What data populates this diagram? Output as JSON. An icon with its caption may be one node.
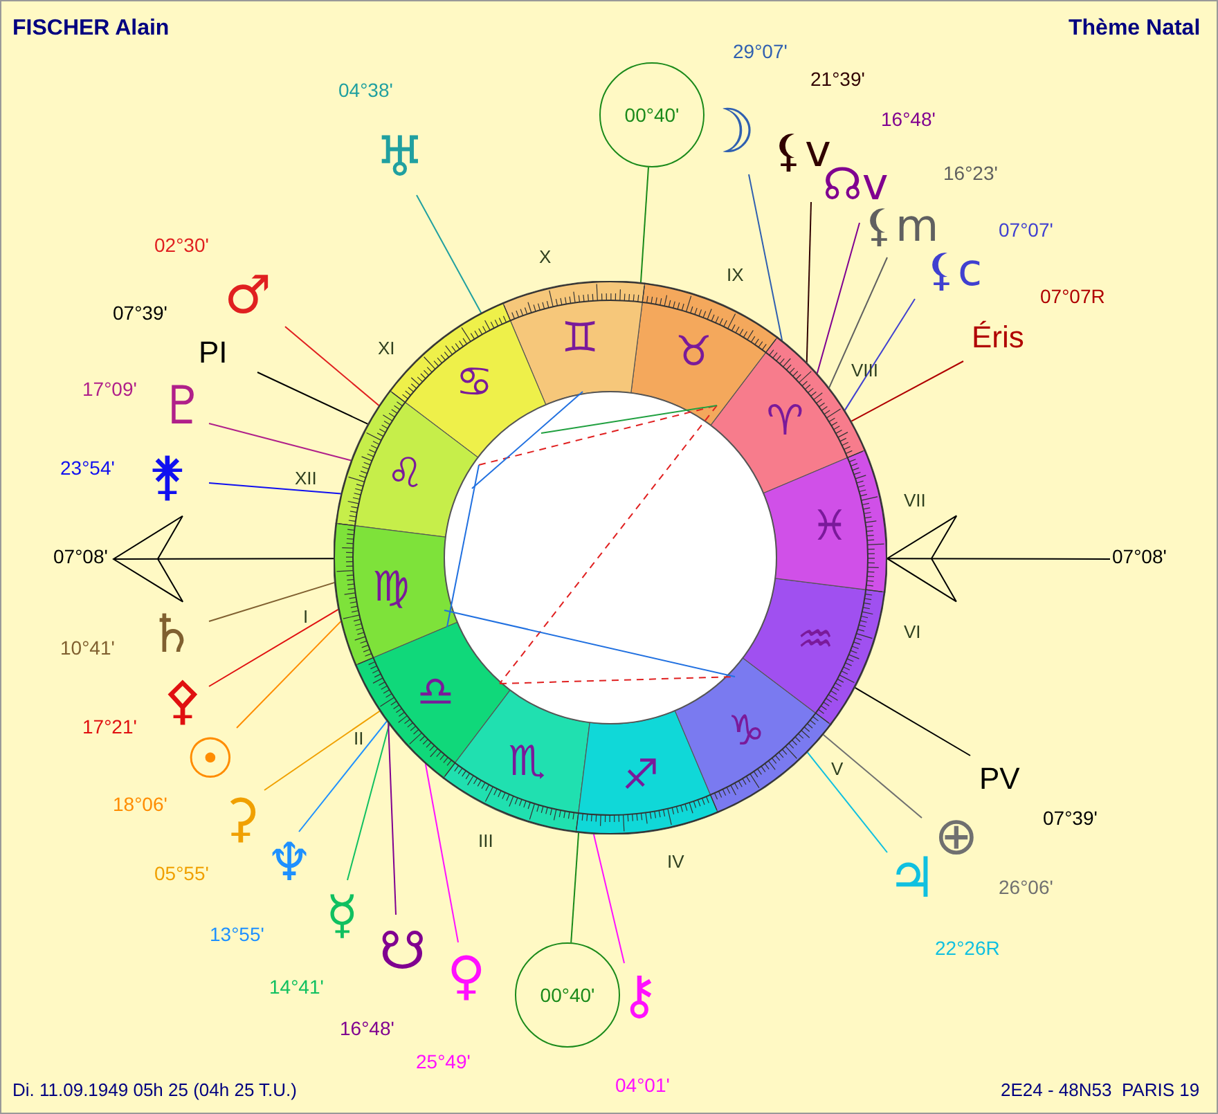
{
  "diagram": {
    "title": "Thème Natal",
    "nodes": [
      {
        "text": [],
        "shape": "circle"
      },
      {
        "text": [
          "00°40'"
        ]
      },
      {
        "text": [
          "00°40'"
        ]
      },
      {
        "text": [
          "29°07'",
          "☽"
        ]
      },
      {
        "text": [
          "04°38'",
          "♅"
        ]
      },
      {
        "text": [
          "21°39'",
          "⚸v"
        ]
      },
      {
        "text": [
          "16°48'",
          "☊v"
        ]
      },
      {
        "text": [
          "16°23'",
          "⚸m"
        ]
      },
      {
        "text": [
          "07°07'",
          "⚸c"
        ]
      },
      {
        "text": [
          "02°30'",
          "♂"
        ]
      },
      {
        "text": [
          "07°07R",
          "Éris"
        ]
      },
      {
        "text": [
          "07°39'",
          "PI"
        ]
      },
      {
        "text": [
          "17°09'",
          "♇"
        ]
      },
      {
        "text": [
          "23°54'",
          "⚵"
        ]
      },
      {
        "text": [
          "10°41'",
          "♄"
        ]
      },
      {
        "text": [
          "⚴",
          "17°21'"
        ]
      },
      {
        "text": [
          "☉",
          "18°06'"
        ]
      },
      {
        "text": [
          "PV",
          "07°39'"
        ]
      },
      {
        "text": [
          "⚳",
          "05°55'"
        ]
      },
      {
        "text": [
          "⊕",
          "26°06'"
        ]
      },
      {
        "text": [
          "♆",
          "13°55'"
        ]
      },
      {
        "text": [
          "♃",
          "22°26R"
        ]
      },
      {
        "text": [
          "☿",
          "14°41'"
        ]
      },
      {
        "text": [
          "☋",
          "16°48'"
        ]
      },
      {
        "text": [
          "♀",
          "25°49'"
        ]
      },
      {
        "text": [
          "⚷",
          "04°01'"
        ]
      },
      {
        "text": [
          "07°08'"
        ]
      },
      {
        "text": [
          "07°08'"
        ]
      }
    ],
    "edges": [
      {
        "from": 1,
        "to": 0,
        "arrow": "none",
        "color": "#1a8a1a"
      },
      {
        "from": 2,
        "to": 0,
        "arrow": "none",
        "color": "#1a8a1a"
      },
      {
        "from": 3,
        "to": 0,
        "arrow": "none",
        "color": "#3060b0"
      },
      {
        "from": 4,
        "to": 0,
        "arrow": "none",
        "color": "#20a0a0"
      },
      {
        "from": 5,
        "to": 0,
        "arrow": "none",
        "color": "#300000"
      },
      {
        "from": 6,
        "to": 0,
        "arrow": "none",
        "color": "#800090"
      },
      {
        "from": 7,
        "to": 0,
        "arrow": "none",
        "color": "#606060"
      },
      {
        "from": 8,
        "to": 0,
        "arrow": "none",
        "color": "#4040d0"
      },
      {
        "from": 9,
        "to": 0,
        "arrow": "none",
        "color": "#e02020"
      },
      {
        "from": 10,
        "to": 0,
        "arrow": "none",
        "color": "#b00000"
      },
      {
        "from": 11,
        "to": 0,
        "arrow": "none",
        "color": "#000000"
      },
      {
        "from": 12,
        "to": 0,
        "arrow": "none",
        "color": "#b0208a"
      },
      {
        "from": 13,
        "to": 0,
        "arrow": "none",
        "color": "#1010f0"
      },
      {
        "from": 14,
        "to": 0,
        "arrow": "none",
        "color": "#806030"
      },
      {
        "from": 15,
        "to": 0,
        "arrow": "none",
        "color": "#e01010"
      },
      {
        "from": 16,
        "to": 0,
        "arrow": "none",
        "color": "#ff8c00"
      },
      {
        "from": 17,
        "to": 0,
        "arrow": "none",
        "color": "#000000"
      },
      {
        "from": 18,
        "to": 0,
        "arrow": "none",
        "color": "#f0a000"
      },
      {
        "from": 19,
        "to": 0,
        "arrow": "none",
        "color": "#707070"
      },
      {
        "from": 20,
        "to": 0,
        "arrow": "none",
        "color": "#1e90ff"
      },
      {
        "from": 21,
        "to": 0,
        "arrow": "none",
        "color": "#10c0e0"
      },
      {
        "from": 22,
        "to": 0,
        "arrow": "none",
        "color": "#10c060"
      },
      {
        "from": 23,
        "to": 0,
        "arrow": "none",
        "color": "#800090"
      },
      {
        "from": 24,
        "to": 0,
        "arrow": "none",
        "color": "#ff10ff"
      },
      {
        "from": 25,
        "to": 0,
        "arrow": "none",
        "color": "#ff10ff"
      },
      {
        "from": 0,
        "to": 26,
        "arrow": "to",
        "color": "#000000"
      },
      {
        "from": 27,
        "to": 0,
        "arrow": "to",
        "color": "#000000"
      }
    ],
    "labels": [
      "FISCHER Alain",
      "X",
      "IX",
      "XI",
      "VIII",
      "XII",
      "VII",
      "I",
      "VI",
      "II",
      "V",
      "III",
      "IV",
      "Di. 11.09.1949 05h 25 (04h 25 T.U.)",
      "2E24 - 48N53  PARIS 19",
      "♈",
      "♉",
      "♊",
      "♋",
      "♌",
      "♍",
      "♎",
      "♏",
      "♐",
      "♑",
      "♒",
      "♓"
    ]
  }
}
